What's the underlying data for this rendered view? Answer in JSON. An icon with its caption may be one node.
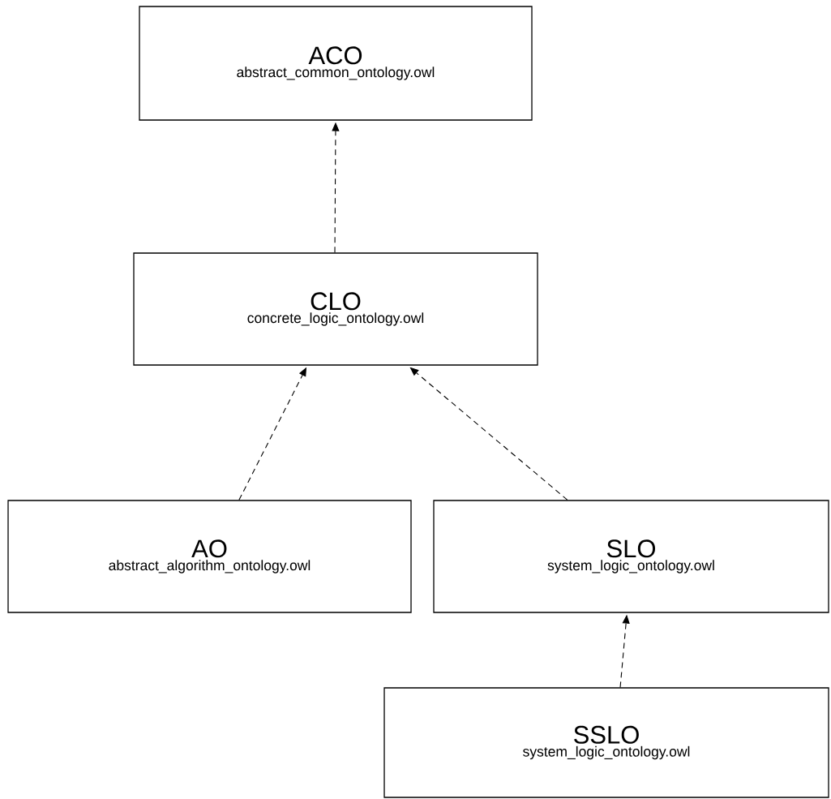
{
  "diagram": {
    "nodes": [
      {
        "text": [
          "ACO",
          "abstract_common_ontology.owl"
        ]
      },
      {
        "text": [
          "CLO",
          "concrete_logic_ontology.owl"
        ]
      },
      {
        "text": [
          "AO",
          "abstract_algorithm_ontology.owl"
        ]
      },
      {
        "text": [
          "SLO",
          "system_logic_ontology.owl"
        ]
      },
      {
        "text": [
          "SSLO",
          "system_logic_ontology.owl"
        ]
      }
    ],
    "edges": [
      {
        "from": 1,
        "to": 0,
        "arrow": "to",
        "style": "dashed"
      },
      {
        "from": 2,
        "to": 1,
        "arrow": "to",
        "style": "dashed"
      },
      {
        "from": 3,
        "to": 1,
        "arrow": "to",
        "style": "dashed"
      },
      {
        "from": 4,
        "to": 3,
        "arrow": "to",
        "style": "dashed"
      }
    ]
  }
}
